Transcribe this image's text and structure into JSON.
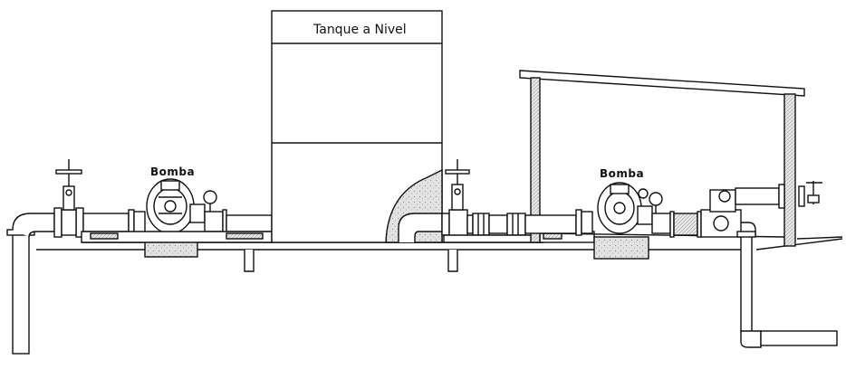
{
  "tank": {
    "title": "Tanque a Nivel"
  },
  "pumps": [
    {
      "label": "Bomba"
    },
    {
      "label": "Bomba"
    }
  ],
  "colors": {
    "stroke": "#111111",
    "pipe": "#ffffff",
    "concrete": "#d8d8d8",
    "wall": "#cfcfcf"
  }
}
